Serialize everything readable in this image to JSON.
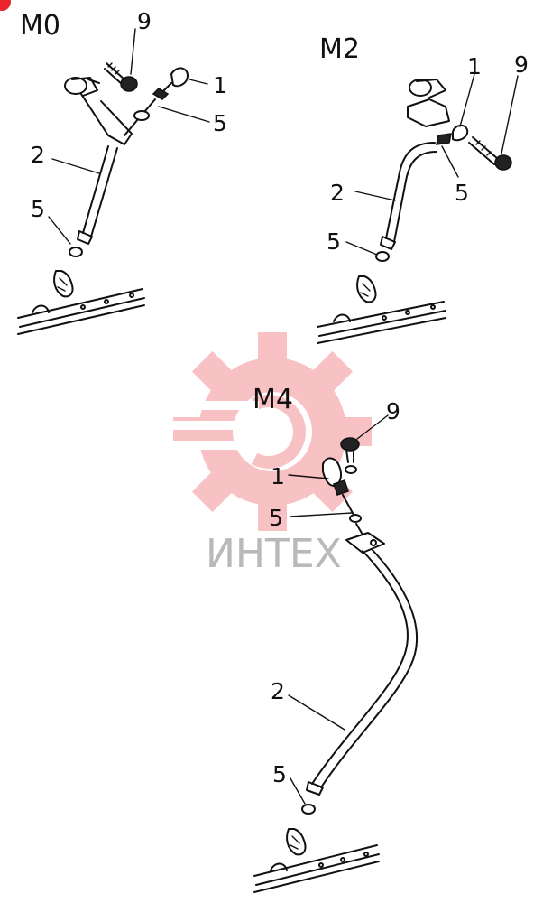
{
  "watermark": {
    "text": "ИНТЕХ",
    "color": "#e8262b"
  },
  "diagrams": [
    {
      "title": "M0",
      "labels": {
        "a": "9",
        "b": "1",
        "c": "5",
        "d": "2",
        "e": "5"
      }
    },
    {
      "title": "M2",
      "labels": {
        "a": "1",
        "b": "9",
        "c": "2",
        "d": "5",
        "e": "5"
      }
    },
    {
      "title": "M4",
      "labels": {
        "a": "9",
        "b": "1",
        "c": "5",
        "d": "2",
        "e": "5"
      }
    }
  ]
}
